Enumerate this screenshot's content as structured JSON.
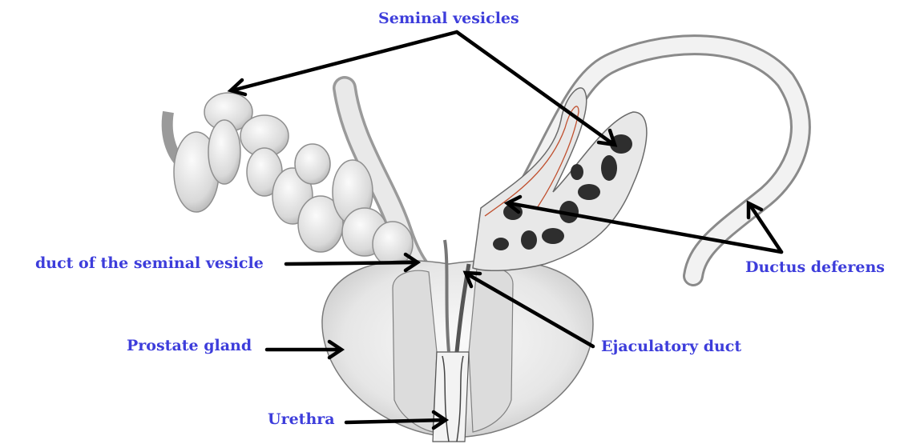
{
  "colors": {
    "label": "#3d3ddb",
    "arrow": "#000000",
    "organ_fill": "#efefef",
    "organ_stroke": "#555555",
    "lumen_fill": "#2e2e2e",
    "vessel_red": "#c0502f"
  },
  "labels": {
    "seminal_vesicles": "Seminal vesicles",
    "duct_of_seminal_vesicle": "duct of the seminal vesicle",
    "ductus_deferens": "Ductus deferens",
    "prostate_gland": "Prostate gland",
    "ejaculatory_duct": "Ejaculatory duct",
    "urethra": "Urethra"
  }
}
